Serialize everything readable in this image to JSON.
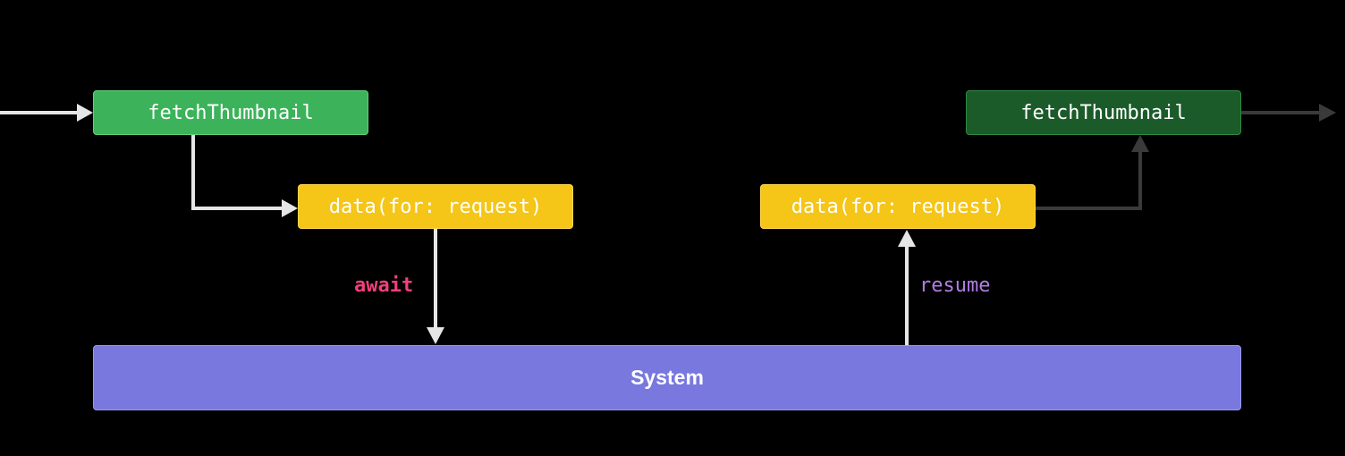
{
  "nodes": {
    "fetch_thumbnail_start": "fetchThumbnail",
    "data_request_await": "data(for: request)",
    "data_request_resume": "data(for: request)",
    "fetch_thumbnail_end": "fetchThumbnail",
    "system": "System"
  },
  "edge_labels": {
    "await": "await",
    "resume": "resume"
  },
  "colors": {
    "fetch_active": "#3cb35a",
    "fetch_dimmed": "#1b5b2a",
    "data_request": "#f5c518",
    "system": "#7878de",
    "await": "#f0407a",
    "resume": "#b07ee6",
    "arrow_active": "#e6e6e6",
    "arrow_dimmed": "#3a3a3a"
  }
}
